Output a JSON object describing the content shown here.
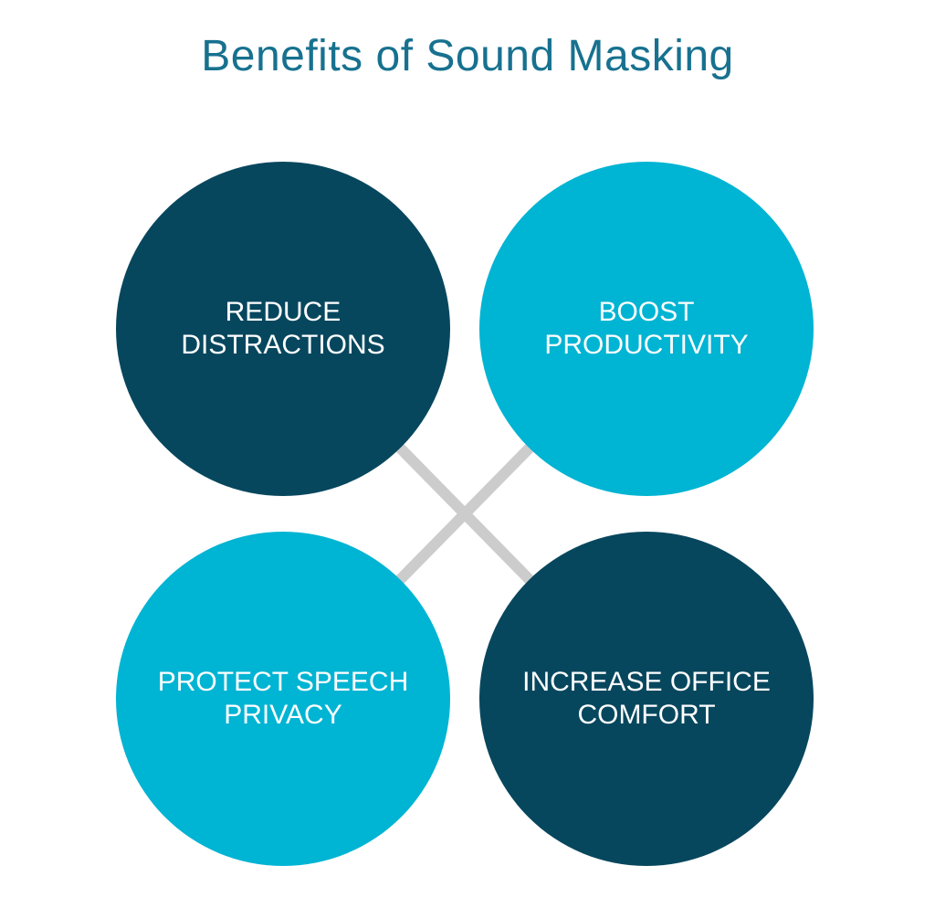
{
  "title": "Benefits of Sound Masking",
  "colors": {
    "title": "#17718f",
    "dark": "#07475e",
    "light": "#00b4d3",
    "connector": "#cccccc"
  },
  "benefits": [
    {
      "label": "REDUCE\nDISTRACTIONS",
      "tone": "dark"
    },
    {
      "label": "BOOST\nPRODUCTIVITY",
      "tone": "light"
    },
    {
      "label": "PROTECT SPEECH\nPRIVACY",
      "tone": "light"
    },
    {
      "label": "INCREASE OFFICE\nCOMFORT",
      "tone": "dark"
    }
  ]
}
